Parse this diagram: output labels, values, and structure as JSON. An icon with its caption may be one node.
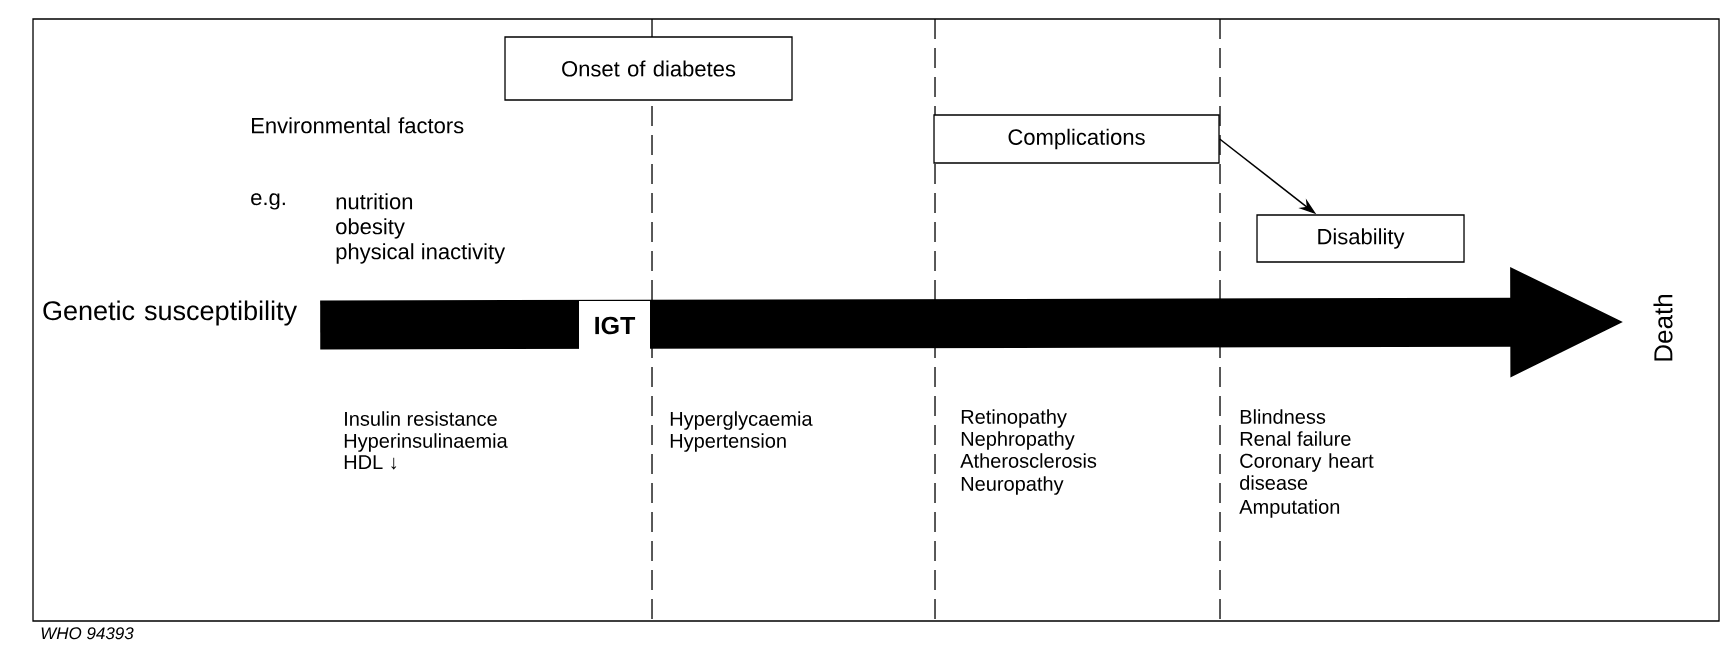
{
  "diagram": {
    "nodes": [
      {
        "text": [
          "Onset of diabetes"
        ]
      },
      {
        "text": [
          "Complications"
        ]
      },
      {
        "text": [
          "Disability"
        ]
      },
      {
        "text": [
          "Genetic susceptibility"
        ]
      },
      {
        "text": [
          "Death"
        ]
      }
    ],
    "edges": [
      {
        "from": 1,
        "to": 2,
        "arrow": "to"
      },
      {
        "from": 3,
        "to": 4,
        "arrow": "to",
        "style": "thick",
        "label": "IGT"
      }
    ],
    "labels": [
      "Environmental factors",
      "e.g.",
      "nutrition",
      "obesity",
      "physical inactivity",
      "Insulin resistance",
      "Hyperinsulinaemia",
      "HDL ↓",
      "Hyperglycaemia",
      "Hypertension",
      "Retinopathy",
      "Nephropathy",
      "Atherosclerosis",
      "Neuropathy",
      "Blindness",
      "Renal failure",
      "Coronary heart disease",
      "Amputation",
      "WHO 94393"
    ]
  }
}
